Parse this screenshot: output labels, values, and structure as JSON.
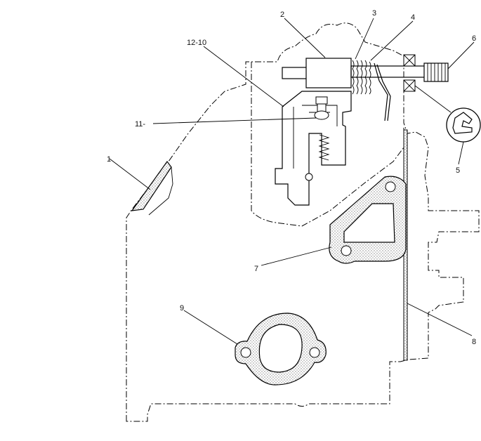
{
  "diagram": {
    "callouts": {
      "c1": "1",
      "c2": "2",
      "c3": "3",
      "c4": "4",
      "c5": "5",
      "c6": "6",
      "c7": "7",
      "c8": "8",
      "c9": "9",
      "c10": "12-10",
      "c11": "11-"
    }
  }
}
